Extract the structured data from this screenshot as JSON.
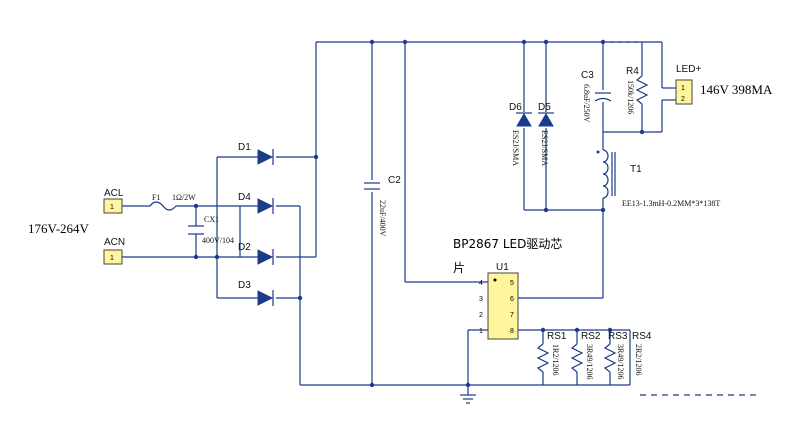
{
  "inputs": {
    "acl": "ACL",
    "acn": "ACN",
    "voltage_range": "176V-264V",
    "pin": "1"
  },
  "fuse": {
    "ref": "F1",
    "value": "1Ω/2W"
  },
  "cx1": {
    "ref": "CX1",
    "value": "400V/104"
  },
  "diodes": {
    "d1": "D1",
    "d2": "D2",
    "d3": "D3",
    "d4": "D4"
  },
  "c2": {
    "ref": "C2",
    "value": "22uF/400V"
  },
  "d6": {
    "ref": "D6",
    "value": "ES2J/SMA"
  },
  "d5": {
    "ref": "D5",
    "value": "ES2J/SMA"
  },
  "c3": {
    "ref": "C3",
    "value": "6.8uF/250V"
  },
  "r4": {
    "ref": "R4",
    "value": "150k/1206"
  },
  "led": {
    "ref": "LED+",
    "pin1": "1",
    "pin2": "2"
  },
  "output": "146V 398MA",
  "transformer": {
    "ref": "T1",
    "spec": "EE13-1.3mH-0.2MM*3*138T"
  },
  "chip": {
    "title_line1": "BP2867 LED驱动芯",
    "title_line2": "片",
    "ref": "U1",
    "pins": [
      "4",
      "5",
      "3",
      "6",
      "2",
      "7",
      "1",
      "8"
    ]
  },
  "sense_resistors": [
    {
      "ref": "RS1",
      "value": "1R2/1206"
    },
    {
      "ref": "RS2",
      "value": "3R49/1206"
    },
    {
      "ref": "RS3",
      "value": "3R49/1206"
    },
    {
      "ref": "RS4",
      "value": "2R2/1206"
    }
  ]
}
